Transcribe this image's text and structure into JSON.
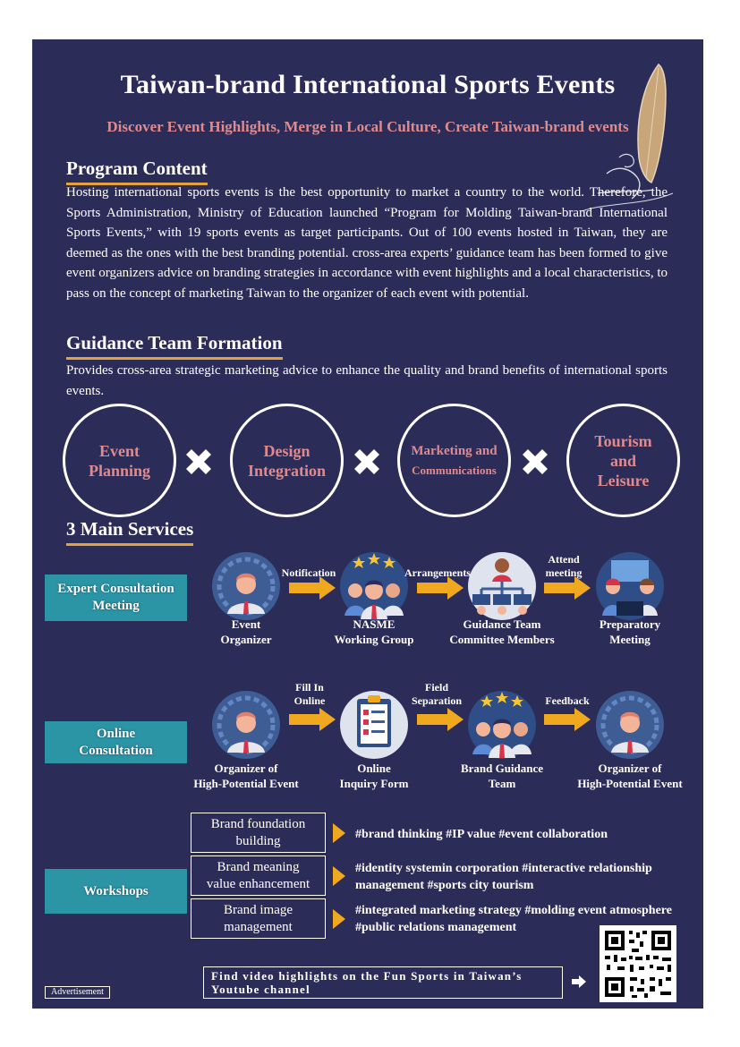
{
  "header": {
    "title": "Taiwan-brand International Sports Events",
    "subtitle": "Discover Event Highlights, Merge in Local Culture, Create Taiwan-brand events"
  },
  "program": {
    "heading": "Program Content",
    "body": "Hosting international sports events is the best opportunity to market a country to the world. Therefore, the Sports Administration, Ministry of Education launched “Program for Molding Taiwan-brand International Sports Events,” with 19 sports events as target participants. Out of 100 events hosted in Taiwan, they are deemed as the ones with the best branding potential.  cross-area experts’ guidance  team has been formed to give event organizers advice on branding strategies in accordance with event highlights and a local characteristics,  to pass on the concept of marketing Taiwan to the organizer of each event with potential."
  },
  "guidance": {
    "heading": "Guidance Team Formation",
    "body": "Provides cross-area strategic marketing advice to enhance the quality and brand benefits of international sports events.",
    "circles": [
      {
        "line1": "Event",
        "line2": "Planning",
        "line3": ""
      },
      {
        "line1": "Design",
        "line2": "Integration",
        "line3": ""
      },
      {
        "line1": "Marketing and",
        "line2": "Communications",
        "line3": ""
      },
      {
        "line1": "Tourism",
        "line2": "and",
        "line3": "Leisure"
      }
    ]
  },
  "services": {
    "heading": "3 Main Services",
    "expert": {
      "label_1": "Expert Consultation",
      "label_2": "Meeting",
      "arrows": [
        "Notification",
        "Arrangements",
        "Attend\nmeeting"
      ],
      "nodes": [
        {
          "line1": "Event",
          "line2": "Organizer",
          "icon": "organizer-icon"
        },
        {
          "line1": "NASME",
          "line2": "Working Group",
          "icon": "working-group-icon"
        },
        {
          "line1": "Guidance Team",
          "line2": "Committee Members",
          "icon": "org-chart-icon"
        },
        {
          "line1": "Preparatory",
          "line2": "Meeting",
          "icon": "meeting-icon"
        }
      ]
    },
    "online": {
      "label_1": "Online",
      "label_2": "Consultation",
      "arrows": [
        "Fill In\nOnline",
        "Field\nSeparation",
        "Feedback"
      ],
      "nodes": [
        {
          "line1": "Organizer of",
          "line2": "High-Potential Event",
          "icon": "organizer-icon"
        },
        {
          "line1": "Online",
          "line2": "Inquiry Form",
          "icon": "form-icon"
        },
        {
          "line1": "Brand Guidance",
          "line2": "Team",
          "icon": "team-icon"
        },
        {
          "line1": "Organizer of",
          "line2": "High-Potential Event",
          "icon": "organizer-icon"
        }
      ]
    },
    "workshops": {
      "label": "Workshops",
      "rows": [
        {
          "box_1": "Brand foundation",
          "box_2": "building",
          "tags_1": "#brand thinking #IP value #event collaboration",
          "tags_2": ""
        },
        {
          "box_1": "Brand meaning",
          "box_2": "value enhancement",
          "tags_1": "#identity systemin corporation #interactive relationship",
          "tags_2": "management #sports city tourism"
        },
        {
          "box_1": "Brand image",
          "box_2": "management",
          "tags_1": "#integrated marketing strategy #molding event atmosphere",
          "tags_2": "#public relations management"
        }
      ]
    }
  },
  "footer": {
    "ad_label": "Advertisement",
    "video_1": "Find video highlights on the Fun Sports in Taiwan’s",
    "video_2": "Youtube channel",
    "qr_icon": "qr-code-icon",
    "arrow_icon": "right-arrow-icon"
  },
  "colors": {
    "background": "#2c2c59",
    "accent_pink": "#e08a8e",
    "accent_orange": "#f0a81e",
    "teal": "#2b95a6"
  }
}
